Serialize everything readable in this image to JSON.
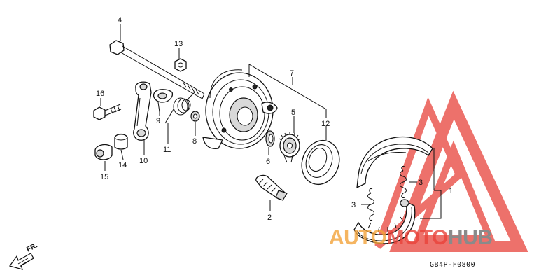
{
  "diagram": {
    "drawing_code": "GB4P-F0800",
    "direction_label": "FR.",
    "callouts": [
      {
        "id": "c1",
        "label": "1"
      },
      {
        "id": "c2",
        "label": "2"
      },
      {
        "id": "c3a",
        "label": "3"
      },
      {
        "id": "c3b",
        "label": "3"
      },
      {
        "id": "c4",
        "label": "4"
      },
      {
        "id": "c5",
        "label": "5"
      },
      {
        "id": "c6",
        "label": "6"
      },
      {
        "id": "c7",
        "label": "7"
      },
      {
        "id": "c8",
        "label": "8"
      },
      {
        "id": "c9",
        "label": "9"
      },
      {
        "id": "c10",
        "label": "10"
      },
      {
        "id": "c11",
        "label": "11"
      },
      {
        "id": "c12",
        "label": "12"
      },
      {
        "id": "c13",
        "label": "13"
      },
      {
        "id": "c14",
        "label": "14"
      },
      {
        "id": "c15",
        "label": "15"
      },
      {
        "id": "c16",
        "label": "16"
      }
    ]
  },
  "watermark": {
    "word_auto": "AUTO",
    "word_moto": "MOTO",
    "word_hub": "HUB",
    "color_red": "#e8423a",
    "color_orange": "#f2a33a",
    "color_gray": "#8a8a8a"
  }
}
